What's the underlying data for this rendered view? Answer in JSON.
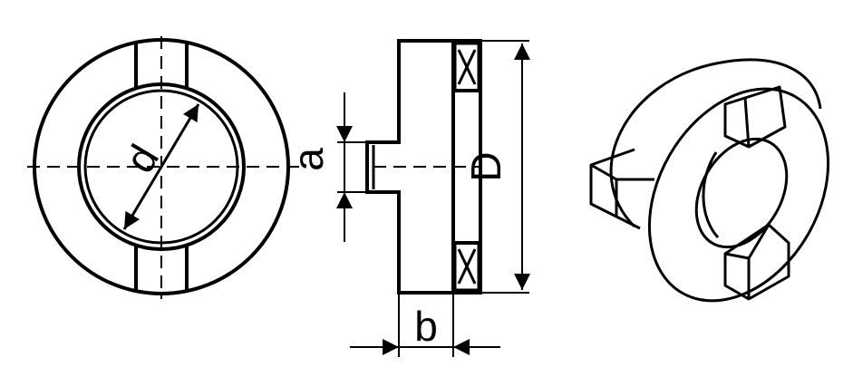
{
  "diagram": {
    "views": [
      {
        "id": "front-view"
      },
      {
        "id": "section-view"
      },
      {
        "id": "isometric-view"
      }
    ],
    "labels": {
      "inner_diameter": "d",
      "shaft_height": "a",
      "outer_diameter": "D",
      "thickness": "b"
    },
    "colors": {
      "stroke": "#000000",
      "background": "#ffffff"
    }
  }
}
